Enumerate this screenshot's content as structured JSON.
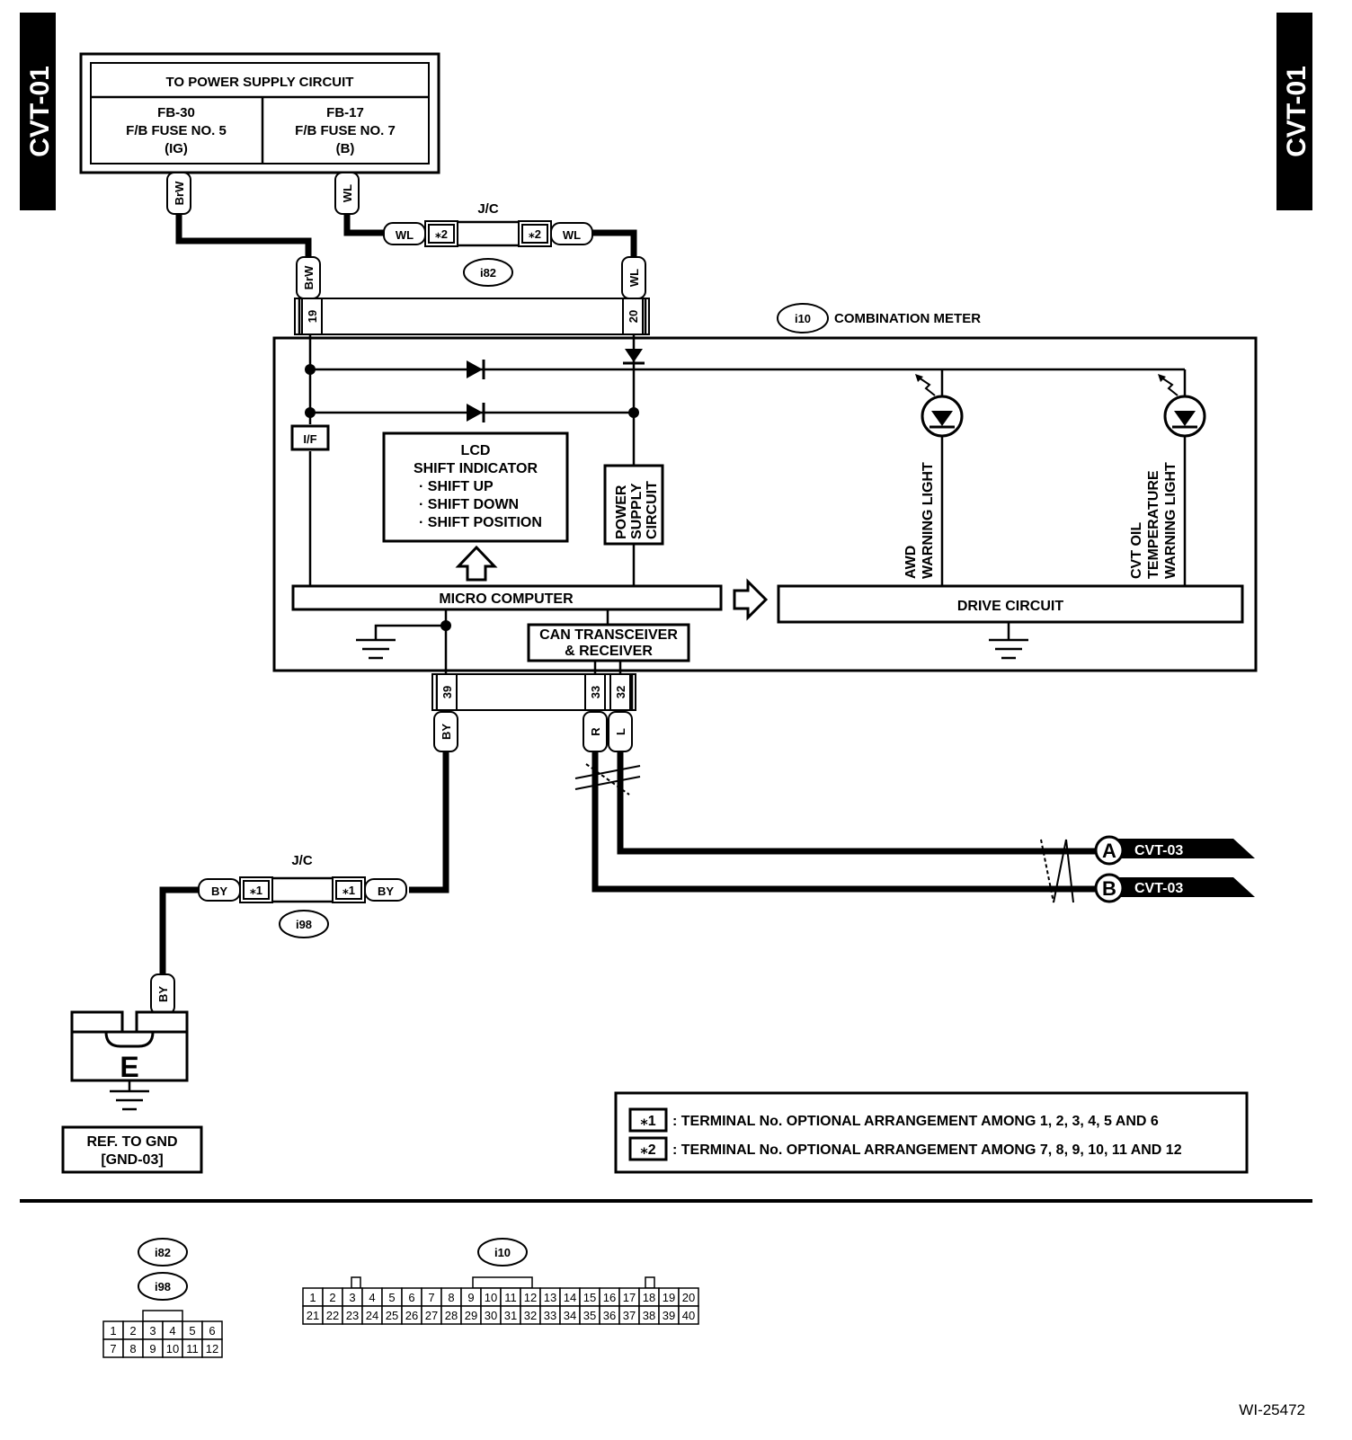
{
  "page": {
    "tab_left": "CVT-01",
    "tab_right": "CVT-01",
    "figure_id": "WI-25472"
  },
  "power_supply": {
    "header": "TO POWER SUPPLY CIRCUIT",
    "fuse_left": {
      "line1": "FB-30",
      "line2": "F/B FUSE NO. 5",
      "line3": "(IG)"
    },
    "fuse_right": {
      "line1": "FB-17",
      "line2": "F/B FUSE NO. 7",
      "line3": "(B)"
    }
  },
  "wires": {
    "brw": "BrW",
    "wl": "WL",
    "by": "BY",
    "r": "R",
    "l": "L"
  },
  "jc_top": {
    "label": "J/C",
    "terminal": "⁎2",
    "connector": "i82"
  },
  "jc_bottom": {
    "label": "J/C",
    "terminal": "⁎1",
    "connector": "i98"
  },
  "meter": {
    "connector": "i10",
    "title": "COMBINATION METER",
    "pins_top": [
      "19",
      "20"
    ],
    "pins_bottom": [
      "39",
      "33",
      "32"
    ],
    "if_label": "I/F",
    "lcd": {
      "line1": "LCD",
      "line2": "SHIFT INDICATOR",
      "items": [
        "· SHIFT UP",
        "· SHIFT DOWN",
        "· SHIFT POSITION"
      ]
    },
    "power_circuit": [
      "POWER",
      "SUPPLY",
      "CIRCUIT"
    ],
    "micro_computer": "MICRO COMPUTER",
    "can": {
      "line1": "CAN TRANSCEIVER",
      "line2": "& RECEIVER"
    },
    "drive_circuit": "DRIVE CIRCUIT",
    "awd_light": {
      "line1": "AWD",
      "line2": "WARNING LIGHT"
    },
    "cvt_light": {
      "line1": "CVT OIL",
      "line2": "TEMPERATURE",
      "line3": "WARNING LIGHT"
    }
  },
  "links": [
    {
      "letter": "A",
      "target": "CVT-03"
    },
    {
      "letter": "B",
      "target": "CVT-03"
    }
  ],
  "ground": {
    "letter": "E",
    "ref_line1": "REF. TO GND",
    "ref_line2": "[GND-03]"
  },
  "legend": [
    {
      "mark": "⁎1",
      "text": ": TERMINAL No. OPTIONAL ARRANGEMENT AMONG 1, 2, 3, 4, 5 AND 6"
    },
    {
      "mark": "⁎2",
      "text": ": TERMINAL No. OPTIONAL ARRANGEMENT AMONG 7, 8, 9, 10, 11 AND 12"
    }
  ],
  "connector_views": {
    "small": {
      "labels": [
        "i82",
        "i98"
      ],
      "row1": [
        "1",
        "2",
        "3",
        "4",
        "5",
        "6"
      ],
      "row2": [
        "7",
        "8",
        "9",
        "10",
        "11",
        "12"
      ]
    },
    "large": {
      "label": "i10",
      "row1": [
        "1",
        "2",
        "3",
        "4",
        "5",
        "6",
        "7",
        "8",
        "9",
        "10",
        "11",
        "12",
        "13",
        "14",
        "15",
        "16",
        "17",
        "18",
        "19",
        "20"
      ],
      "row2": [
        "21",
        "22",
        "23",
        "24",
        "25",
        "26",
        "27",
        "28",
        "29",
        "30",
        "31",
        "32",
        "33",
        "34",
        "35",
        "36",
        "37",
        "38",
        "39",
        "40"
      ]
    }
  }
}
